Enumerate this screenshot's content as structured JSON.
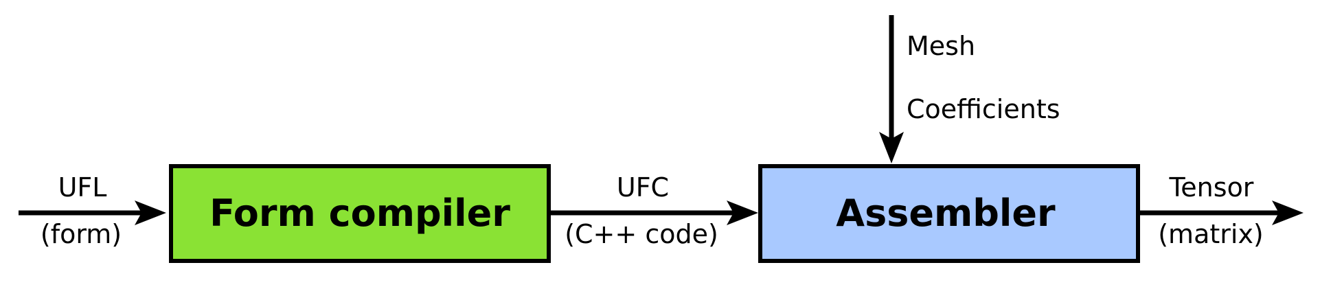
{
  "diagram": {
    "nodes": {
      "form_compiler": {
        "label": "Form compiler",
        "fill": "#8ae234"
      },
      "assembler": {
        "label": "Assembler",
        "fill": "#a9c9ff"
      }
    },
    "edges": {
      "input": {
        "top_label": "UFL",
        "bottom_label": "(form)"
      },
      "middle": {
        "top_label": "UFC",
        "bottom_label": "(C++ code)"
      },
      "output": {
        "top_label": "Tensor",
        "bottom_label": "(matrix)"
      },
      "top_input": {
        "label_1": "Mesh",
        "label_2": "Coefficients"
      }
    },
    "colors": {
      "stroke": "#000000",
      "background": "#ffffff"
    }
  }
}
